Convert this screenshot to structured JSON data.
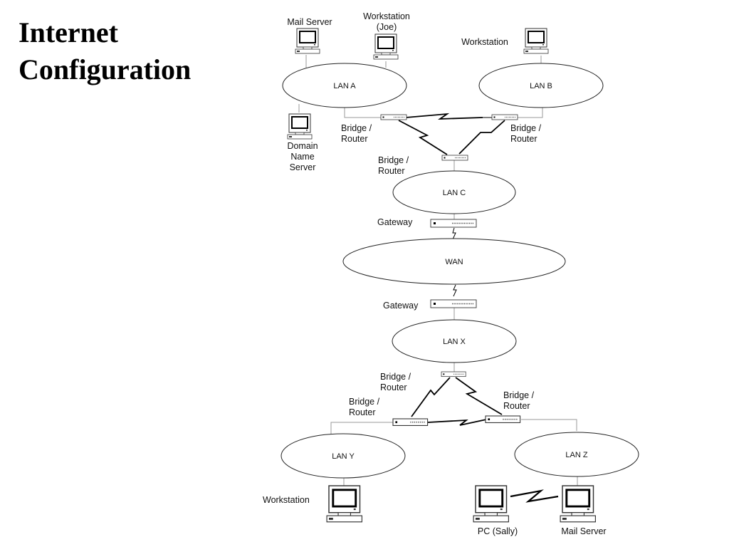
{
  "title": {
    "line1": "Internet",
    "line2": "Configuration"
  },
  "networks": {
    "lan_a": "LAN A",
    "lan_b": "LAN B",
    "lan_c": "LAN C",
    "wan": "WAN",
    "lan_x": "LAN X",
    "lan_y": "LAN Y",
    "lan_z": "LAN Z"
  },
  "labels": {
    "mail_server_top": "Mail Server",
    "workstation_joe_line1": "Workstation",
    "workstation_joe_line2": "(Joe)",
    "workstation_b": "Workstation",
    "dns_line1": "Domain",
    "dns_line2": "Name",
    "dns_line3": "Server",
    "br_a_line1": "Bridge /",
    "br_a_line2": "Router",
    "br_b_line1": "Bridge /",
    "br_b_line2": "Router",
    "br_c_line1": "Bridge /",
    "br_c_line2": "Router",
    "gateway_c": "Gateway",
    "gateway_x": "Gateway",
    "br_x_line1": "Bridge /",
    "br_x_line2": "Router",
    "br_y_line1": "Bridge /",
    "br_y_line2": "Router",
    "br_z_line1": "Bridge /",
    "br_z_line2": "Router",
    "workstation_y": "Workstation",
    "pc_sally": "PC (Sally)",
    "mail_server_z": "Mail Server"
  }
}
